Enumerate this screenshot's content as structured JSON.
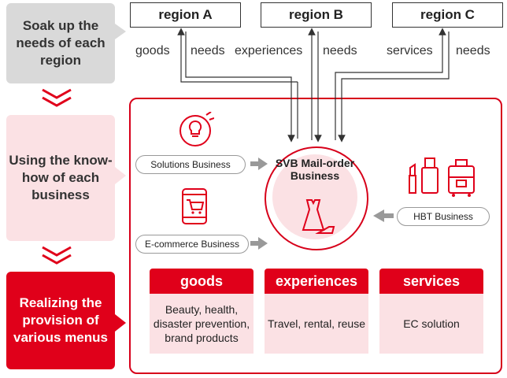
{
  "steps": [
    {
      "text": "Soak up the needs of each region"
    },
    {
      "text": "Using the know-how of each business"
    },
    {
      "text": "Realizing the provision of various menus"
    }
  ],
  "regions": [
    {
      "name": "region A",
      "out_label": "goods",
      "in_label": "needs"
    },
    {
      "name": "region B",
      "out_label": "experiences",
      "in_label": "needs"
    },
    {
      "name": "region C",
      "out_label": "services",
      "in_label": "needs"
    }
  ],
  "businesses": {
    "solutions": "Solutions Business",
    "ecommerce": "E-commerce Business",
    "hbt": "HBT Business"
  },
  "center": {
    "title": "SVB Mail-order Business"
  },
  "categories": [
    {
      "name": "goods",
      "detail": "Beauty, health, disaster prevention, brand products"
    },
    {
      "name": "experiences",
      "detail": "Travel, rental, reuse"
    },
    {
      "name": "services",
      "detail": "EC solution"
    }
  ],
  "icons": [
    "lightbulb-icon",
    "shopping-cart-icon",
    "cosmetics-icon",
    "suitcase-icon",
    "dress-icon",
    "high-heel-icon"
  ],
  "colors": {
    "accent": "#e0001a",
    "pink": "#fbe1e4",
    "gray": "#d9d9d9",
    "arrow": "#999999"
  }
}
